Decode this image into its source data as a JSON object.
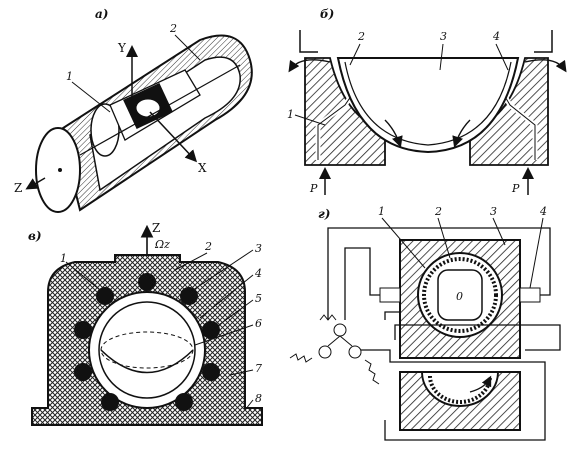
{
  "panels": {
    "a": {
      "label": "а)",
      "callouts": [
        "1",
        "2"
      ],
      "axes": {
        "x": "X",
        "y": "Y",
        "z": "Z"
      }
    },
    "b": {
      "label": "б)",
      "callouts": [
        "1",
        "2",
        "3",
        "4"
      ],
      "forces": [
        "P",
        "P"
      ]
    },
    "v": {
      "label": "в)",
      "axis_z": "Z",
      "omega": "Ωz",
      "callouts": [
        "1",
        "2",
        "3",
        "4",
        "5",
        "6",
        "7",
        "8"
      ]
    },
    "g": {
      "label": "г)",
      "callouts": [
        "1",
        "2",
        "3",
        "4"
      ],
      "center": "0"
    }
  }
}
